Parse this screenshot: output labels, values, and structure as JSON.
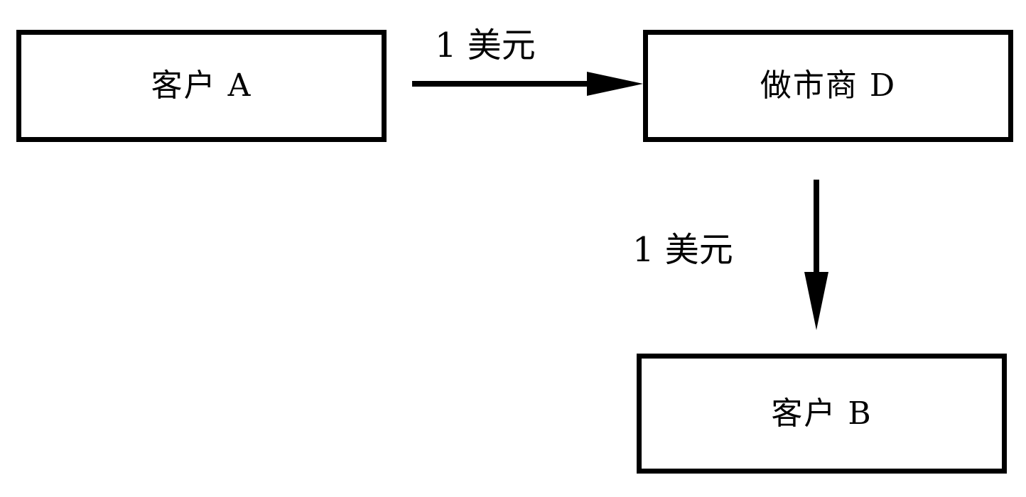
{
  "nodes": {
    "customer_a": "客户 A",
    "market_maker_d": "做市商 D",
    "customer_b": "客户 B"
  },
  "edges": {
    "a_to_d": "1 美元",
    "d_to_b": "1 美元"
  },
  "colors": {
    "stroke": "#000000",
    "background": "#ffffff"
  }
}
